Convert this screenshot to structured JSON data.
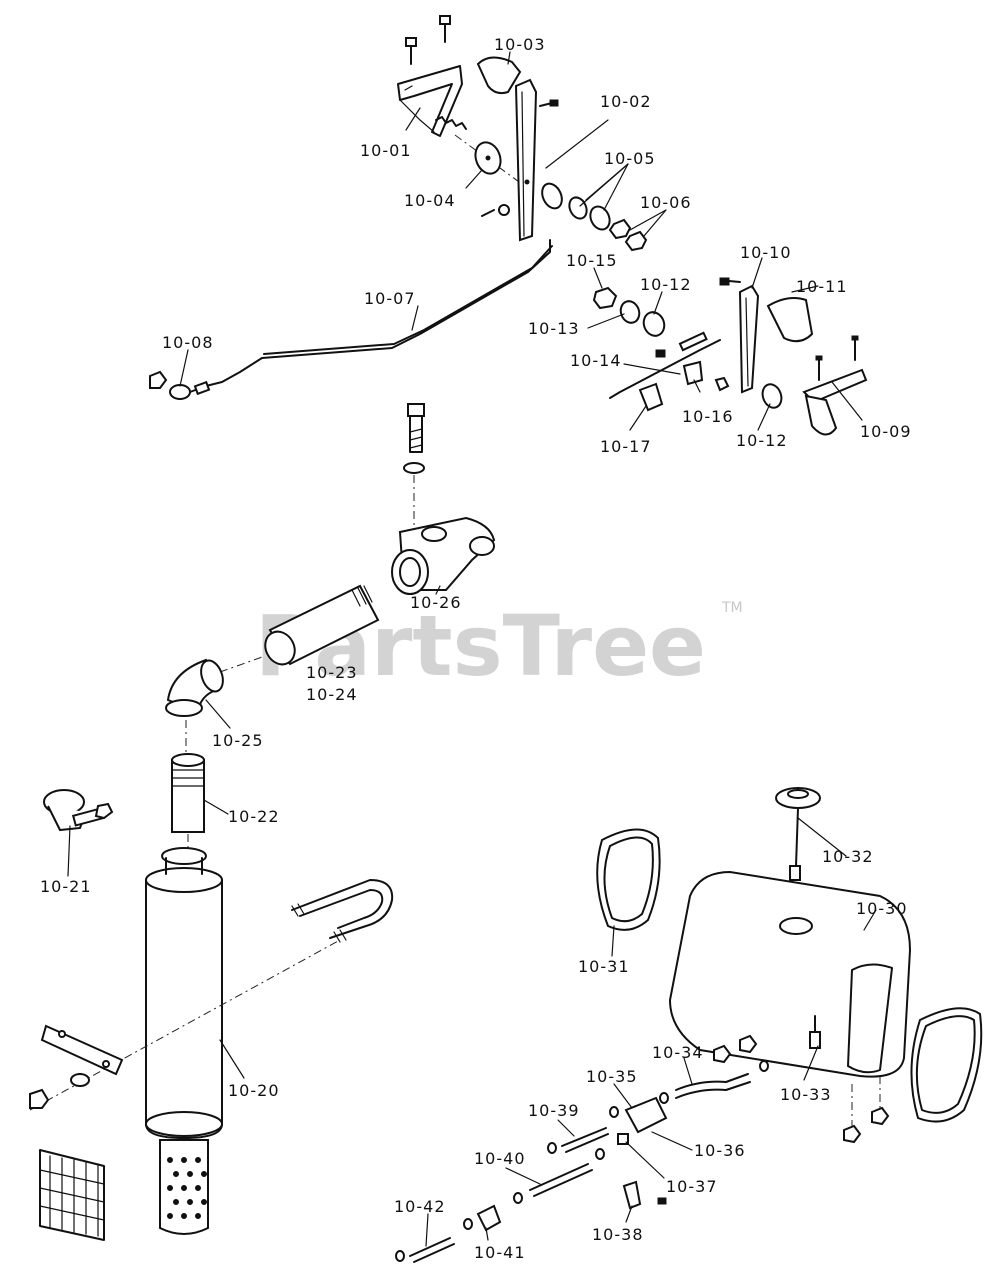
{
  "watermark": {
    "text": "PartsTree",
    "trademark": "TM"
  },
  "colors": {
    "ink": "#111111",
    "watermark": "#d3d3d3",
    "background": "#ffffff"
  },
  "labels": {
    "p10_01": "10-01",
    "p10_02": "10-02",
    "p10_03": "10-03",
    "p10_04": "10-04",
    "p10_05": "10-05",
    "p10_06": "10-06",
    "p10_07": "10-07",
    "p10_08": "10-08",
    "p10_09": "10-09",
    "p10_10": "10-10",
    "p10_11": "10-11",
    "p10_12a": "10-12",
    "p10_12b": "10-12",
    "p10_13": "10-13",
    "p10_14": "10-14",
    "p10_15": "10-15",
    "p10_16": "10-16",
    "p10_17": "10-17",
    "p10_20": "10-20",
    "p10_21": "10-21",
    "p10_22": "10-22",
    "p10_23": "10-23",
    "p10_24": "10-24",
    "p10_25": "10-25",
    "p10_26": "10-26",
    "p10_30": "10-30",
    "p10_31": "10-31",
    "p10_32": "10-32",
    "p10_33": "10-33",
    "p10_34": "10-34",
    "p10_35": "10-35",
    "p10_36": "10-36",
    "p10_37": "10-37",
    "p10_38": "10-38",
    "p10_39": "10-39",
    "p10_40": "10-40",
    "p10_41": "10-41",
    "p10_42": "10-42"
  }
}
